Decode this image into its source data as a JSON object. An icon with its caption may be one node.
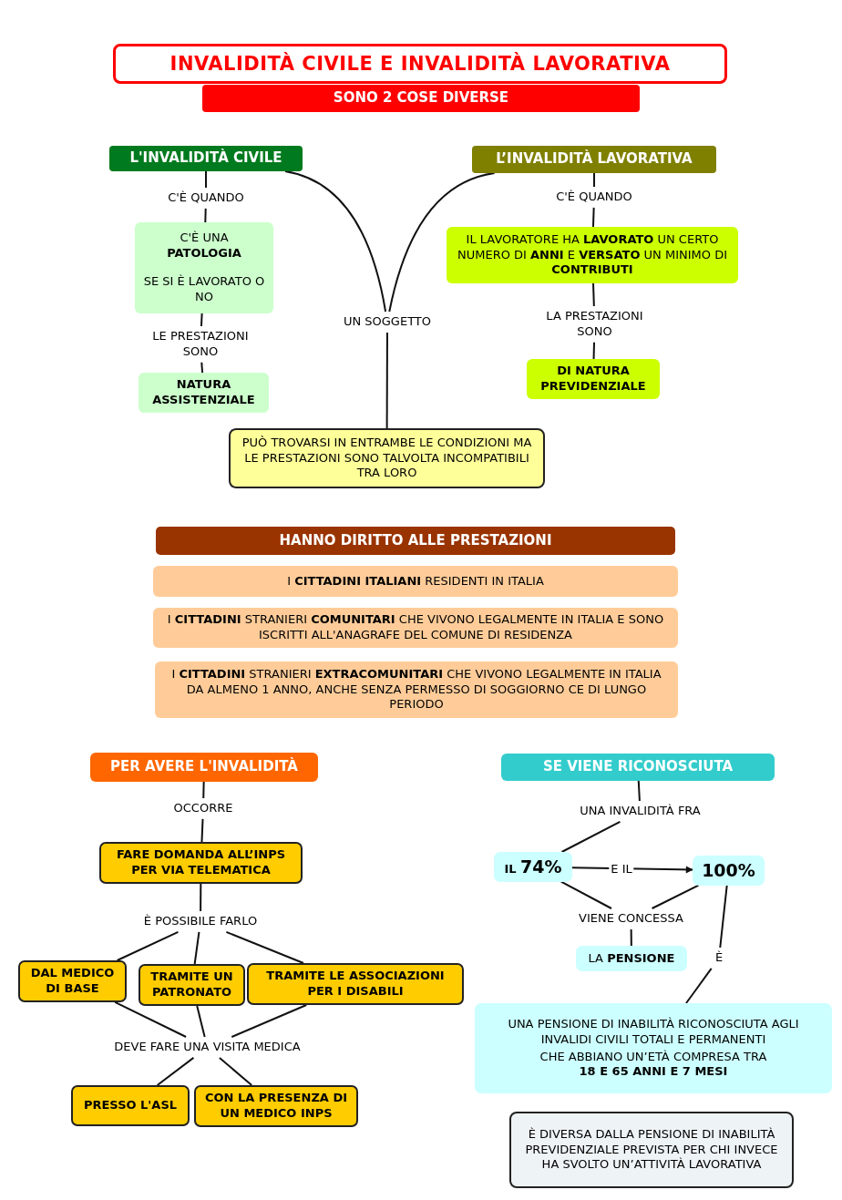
{
  "diagram": {
    "title": "INVALIDITÀ CIVILE E INVALIDITÀ LAVORATIVA",
    "nodes": [
      {
        "text": [
          "SONO 2 COSE DIVERSE"
        ]
      },
      {
        "text": [
          "L'INVALIDITÀ CIVILE"
        ]
      },
      {
        "text": [
          "C'È QUANDO"
        ]
      },
      {
        "text": [
          "C'È UNA **PATOLOGIA**",
          "SE SI È LAVORATO O NO"
        ]
      },
      {
        "text": [
          "LE PRESTAZIONI SONO"
        ]
      },
      {
        "text": [
          "NATURA ASSISTENZIALE"
        ]
      },
      {
        "text": [
          "L’INVALIDITÀ LAVORATIVA"
        ]
      },
      {
        "text": [
          "C'È QUANDO"
        ]
      },
      {
        "text": [
          "IL LAVORATORE HA **LAVORATO** UN CERTO NUMERO DI **ANNI** E **VERSATO** UN MINIMO DI **CONTRIBUTI**"
        ]
      },
      {
        "text": [
          "LA PRESTAZIONI SONO"
        ]
      },
      {
        "text": [
          "DI NATURA PREVIDENZIALE"
        ]
      },
      {
        "text": [
          "UN SOGGETTO"
        ]
      },
      {
        "text": [
          "PUÒ TROVARSI IN ENTRAMBE LE CONDIZIONI MA LE PRESTAZIONI SONO TALVOLTA INCOMPATIBILI TRA LORO"
        ]
      },
      {
        "text": [
          "HANNO DIRITTO ALLE PRESTAZIONI"
        ]
      },
      {
        "text": [
          "I **CITTADINI ITALIANI** RESIDENTI IN ITALIA"
        ]
      },
      {
        "text": [
          "I **CITTADINI** STRANIERI **COMUNITARI** CHE VIVONO LEGALMENTE IN ITALIA E SONO ISCRITTI ALL'ANAGRAFE DEL COMUNE DI RESIDENZA"
        ]
      },
      {
        "text": [
          "I **CITTADINI** STRANIERI **EXTRACOMUNITARI** CHE VIVONO LEGALMENTE IN ITALIA DA ALMENO 1 ANNO, ANCHE SENZA PERMESSO DI SOGGIORNO CE DI LUNGO PERIODO"
        ]
      },
      {
        "text": [
          "PER AVERE L'INVALIDITÀ"
        ]
      },
      {
        "text": [
          "OCCORRE"
        ]
      },
      {
        "text": [
          "FARE DOMANDA ALL’INPS PER VIA TELEMATICA"
        ]
      },
      {
        "text": [
          "È POSSIBILE FARLO"
        ]
      },
      {
        "text": [
          "DAL MEDICO DI BASE"
        ]
      },
      {
        "text": [
          "TRAMITE UN PATRONATO"
        ]
      },
      {
        "text": [
          "TRAMITE LE ASSOCIAZIONI PER I DISABILI"
        ]
      },
      {
        "text": [
          "DEVE FARE UNA VISITA MEDICA"
        ]
      },
      {
        "text": [
          "PRESSO L'ASL"
        ]
      },
      {
        "text": [
          "CON LA PRESENZA DI UN MEDICO INPS"
        ]
      },
      {
        "text": [
          "SE VIENE RICONOSCIUTA"
        ]
      },
      {
        "text": [
          "UNA INVALIDITÀ FRA"
        ]
      },
      {
        "text": [
          "IL **74%**"
        ]
      },
      {
        "text": [
          "100%"
        ]
      },
      {
        "text": [
          "VIENE CONCESSA"
        ]
      },
      {
        "text": [
          "LA **PENSIONE**"
        ]
      },
      {
        "text": [
          "È"
        ]
      },
      {
        "text": [
          "UNA PENSIONE DI INABILITÀ RICONOSCIUTA AGLI INVALIDI CIVILI TOTALI E PERMANENTI",
          "CHE ABBIANO UN’ETÀ COMPRESA TRA **18 E 65 ANNI E 7 MESI**"
        ]
      },
      {
        "text": [
          "È DIVERSA DALLA PENSIONE DI INABILITÀ PREVIDENZIALE PREVISTA PER CHI INVECE HA SVOLTO UN’ATTIVITÀ LAVORATIVA"
        ]
      }
    ],
    "edges": [
      {
        "from": 1,
        "to": 2,
        "arrow": "none"
      },
      {
        "from": 2,
        "to": 3,
        "arrow": "none"
      },
      {
        "from": 3,
        "to": 4,
        "arrow": "none"
      },
      {
        "from": 4,
        "to": 5,
        "arrow": "none"
      },
      {
        "from": 6,
        "to": 7,
        "arrow": "none"
      },
      {
        "from": 7,
        "to": 8,
        "arrow": "none"
      },
      {
        "from": 8,
        "to": 9,
        "arrow": "none"
      },
      {
        "from": 9,
        "to": 10,
        "arrow": "none"
      },
      {
        "from": 1,
        "to": 11,
        "arrow": "none"
      },
      {
        "from": 6,
        "to": 11,
        "arrow": "none"
      },
      {
        "from": 11,
        "to": 12,
        "arrow": "none"
      },
      {
        "from": 17,
        "to": 18,
        "arrow": "none"
      },
      {
        "from": 18,
        "to": 19,
        "arrow": "none"
      },
      {
        "from": 19,
        "to": 20,
        "arrow": "none"
      },
      {
        "from": 20,
        "to": 21,
        "arrow": "none"
      },
      {
        "from": 20,
        "to": 22,
        "arrow": "none"
      },
      {
        "from": 20,
        "to": 23,
        "arrow": "none"
      },
      {
        "from": 21,
        "to": 24,
        "arrow": "none"
      },
      {
        "from": 22,
        "to": 24,
        "arrow": "none"
      },
      {
        "from": 23,
        "to": 24,
        "arrow": "none"
      },
      {
        "from": 24,
        "to": 25,
        "arrow": "none"
      },
      {
        "from": 24,
        "to": 26,
        "arrow": "none"
      },
      {
        "from": 27,
        "to": 28,
        "arrow": "none"
      },
      {
        "from": 28,
        "to": 29,
        "arrow": "none"
      },
      {
        "from": 29,
        "to": 30,
        "arrow": "to",
        "label": "E IL"
      },
      {
        "from": 29,
        "to": 31,
        "arrow": "none"
      },
      {
        "from": 30,
        "to": 31,
        "arrow": "none"
      },
      {
        "from": 31,
        "to": 32,
        "arrow": "none"
      },
      {
        "from": 30,
        "to": 33,
        "arrow": "none"
      },
      {
        "from": 33,
        "to": 34,
        "arrow": "none"
      }
    ]
  }
}
